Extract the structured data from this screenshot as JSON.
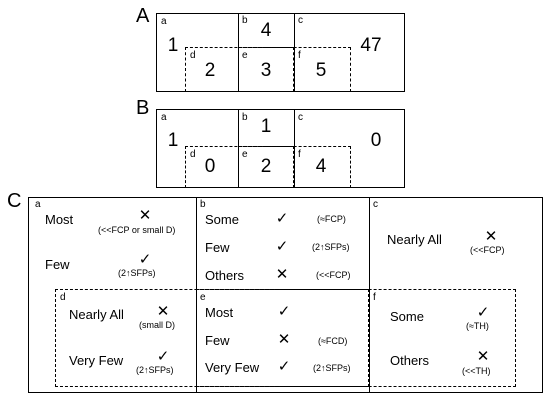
{
  "panel_A": {
    "letter": "A",
    "regions": {
      "a": "a",
      "b": "b",
      "c": "c",
      "d": "d",
      "e": "e",
      "f": "f"
    },
    "counts": {
      "a": "1",
      "b": "4",
      "c": "47",
      "d": "2",
      "e": "3",
      "f": "5"
    }
  },
  "panel_B": {
    "letter": "B",
    "regions": {
      "a": "a",
      "b": "b",
      "c": "c",
      "d": "d",
      "e": "e",
      "f": "f"
    },
    "counts": {
      "a": "1",
      "b": "1",
      "c": "0",
      "d": "0",
      "e": "2",
      "f": "4"
    }
  },
  "panel_C": {
    "letter": "C",
    "regions": {
      "a": "a",
      "b": "b",
      "c": "c",
      "d": "d",
      "e": "e",
      "f": "f"
    },
    "rows": {
      "a1": {
        "label": "Most",
        "mark": "✕",
        "note": "(<<FCP or small D)"
      },
      "a2": {
        "label": "Few",
        "mark": "✓",
        "note": "(2↑SFPs)"
      },
      "b1": {
        "label": "Some",
        "mark": "✓",
        "note": "(≈FCP)"
      },
      "b2": {
        "label": "Few",
        "mark": "✓",
        "note": "(2↑SFPs)"
      },
      "b3": {
        "label": "Others",
        "mark": "✕",
        "note": "(<<FCP)"
      },
      "c1": {
        "label": "Nearly All",
        "mark": "✕",
        "note": "(<<FCP)"
      },
      "d1": {
        "label": "Nearly All",
        "mark": "✕",
        "note": "(small D)"
      },
      "d2": {
        "label": "Very Few",
        "mark": "✓",
        "note": "(2↑SFPs)"
      },
      "e1": {
        "label": "Most",
        "mark": "✓",
        "note": ""
      },
      "e2": {
        "label": "Few",
        "mark": "✕",
        "note": "(≈FCD)"
      },
      "e3": {
        "label": "Very Few",
        "mark": "✓",
        "note": "(2↑SFPs)"
      },
      "f1": {
        "label": "Some",
        "mark": "✓",
        "note": "(≈TH)"
      },
      "f2": {
        "label": "Others",
        "mark": "✕",
        "note": "(<<TH)"
      }
    }
  }
}
